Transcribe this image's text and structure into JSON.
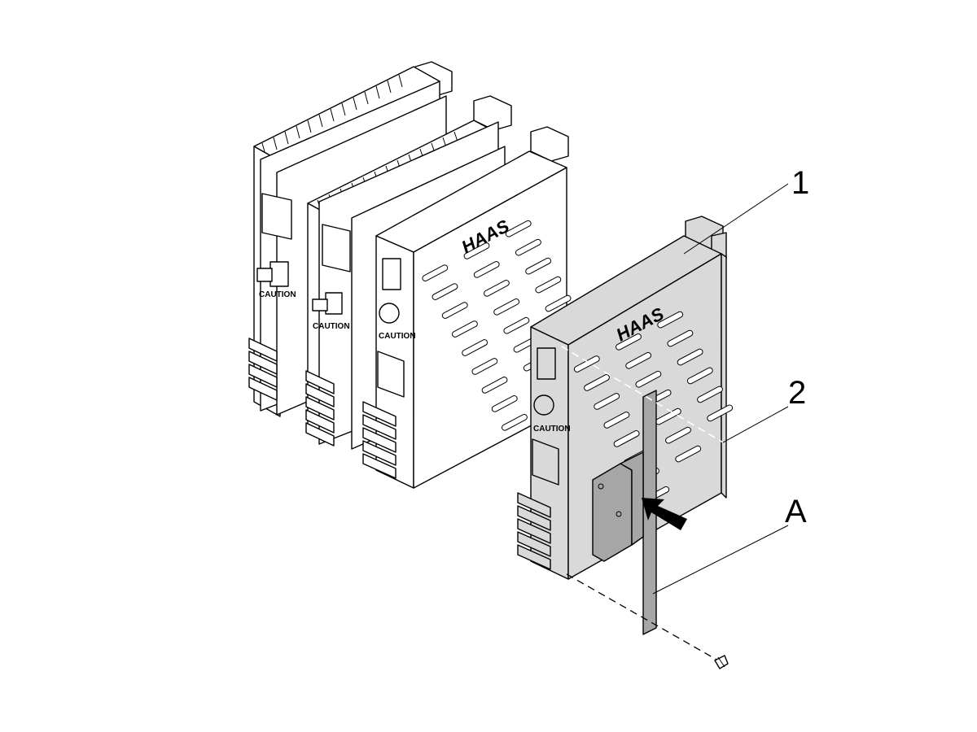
{
  "callouts": {
    "c1": "1",
    "c2": "2",
    "cA": "A"
  },
  "brand": "HAAS",
  "caution": "CAUTION",
  "colors": {
    "line": "#000000",
    "installed_panel": "#d9d9d9",
    "bracket": "#a6a6a6",
    "background": "#ffffff"
  },
  "icons": [
    "arrow-icon",
    "screw-icon",
    "haas-logo-icon"
  ]
}
